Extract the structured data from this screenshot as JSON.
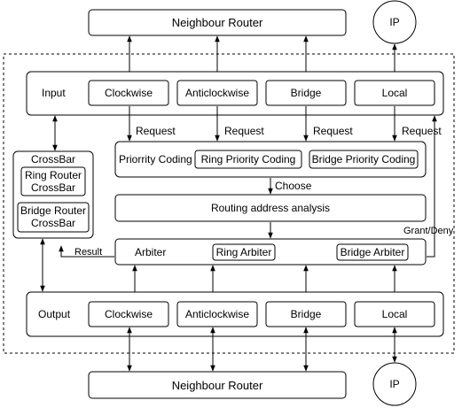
{
  "neighbour_top": "Neighbour Router",
  "neighbour_bottom": "Neighbour Router",
  "ip_top": "IP",
  "ip_bottom": "IP",
  "input": {
    "label": "Input",
    "ports": [
      "Clockwise",
      "Anticlockwise",
      "Bridge",
      "Local"
    ]
  },
  "output": {
    "label": "Output",
    "ports": [
      "Clockwise",
      "Anticlockwise",
      "Bridge",
      "Local"
    ]
  },
  "request_label": "Request",
  "priority": {
    "label": "Priorrity Coding",
    "ring": "Ring Priority Coding",
    "bridge": "Bridge Priority Coding"
  },
  "choose_label": "Choose",
  "routing_label": "Routing address analysis",
  "arbiter": {
    "label": "Arbiter",
    "ring": "Ring Arbiter",
    "bridge": "Bridge Arbiter"
  },
  "crossbar": {
    "title": "CrossBar",
    "ring_line1": "Ring Router",
    "ring_line2": "CrossBar",
    "bridge_line1": "Bridge Router",
    "bridge_line2": "CrossBar"
  },
  "result_label": "Result",
  "grant_label": "Grant/Deny"
}
